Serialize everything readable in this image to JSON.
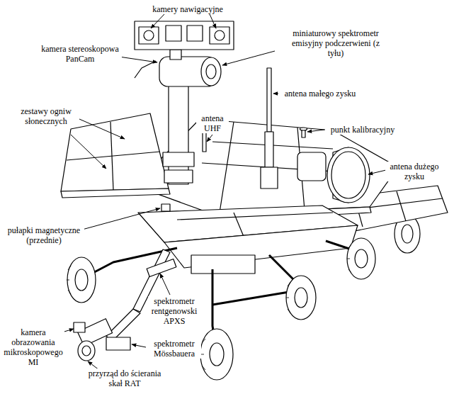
{
  "diagram": {
    "labels": [
      "kamery nawigacyjne",
      "kamera stereoskopowa PanCam",
      "miniaturowy spektrometr emisyjny podczerwieni (z tyłu)",
      "antena małego zysku",
      "zestawy ogniw słonecznych",
      "antena UHF",
      "punkt kalibracyjny",
      "antena dużego zysku",
      "pułapki magnetyczne (przednie)",
      "spektrometr rentgenowski APXS",
      "kamera obrazowania mikroskopowego MI",
      "spektrometr Mössbauera",
      "przyrząd do ścierania skał RAT"
    ]
  }
}
